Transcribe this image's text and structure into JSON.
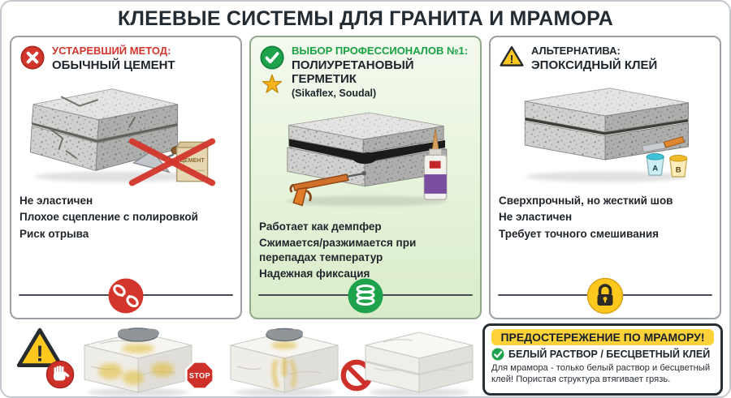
{
  "title": "КЛЕЕВЫЕ СИСТЕМЫ ДЛЯ ГРАНИТА И МРАМОРА",
  "icons": {
    "exclamation": "!",
    "cross_circle": "red circle with white X",
    "check_circle": "green circle with white check",
    "warning_triangle": "yellow triangle with exclamation",
    "star": "gold star",
    "broken_chain": "red circle with broken chain",
    "spring": "green circle with spring coil",
    "padlock": "yellow circle with padlock",
    "stop_hand": "red circle with white hand",
    "stop_sign": "red octagon STOP",
    "no_sign": "red prohibition circle"
  },
  "panels": [
    {
      "tag": "УСТАРЕВШИЙ МЕТОД:",
      "name": "ОБЫЧНЫЙ ЦЕМЕНТ",
      "points": [
        "Не эластичен",
        "Плохое сцепление с полировкой",
        "Риск отрыва"
      ],
      "bag_label": "ЦЕМЕНТ"
    },
    {
      "tag": "ВЫБОР ПРОФЕССИОНАЛОВ №1:",
      "name": "ПОЛИУРЕТАНОВЫЙ ГЕРМЕТИК",
      "sub": "(Sikaflex, Soudal)",
      "points": [
        "Работает как демпфер",
        "Сжимается/разжимается при перепадах температур",
        "Надежная фиксация"
      ]
    },
    {
      "tag": "АЛЬТЕРНАТИВА:",
      "name": "ЭПОКСИДНЫЙ КЛЕЙ",
      "points": [
        "Сверхпрочный, но жесткий шов",
        "Не эластичен",
        "Требует точного смешивания"
      ],
      "cup_a": "A",
      "cup_b": "B"
    }
  ],
  "bottom": {
    "stop_label": "STOP"
  },
  "marble_warning": {
    "title": "ПРЕДОСТЕРЕЖЕНИЕ ПО МРАМОРУ!",
    "highlight": "БЕЛЫЙ РАСТВОР / БЕСЦВЕТНЫЙ КЛЕЙ",
    "body": "Для мрамора - только белый раствор и бесцветный клей! Пористая структура втягивает грязь."
  },
  "colors": {
    "red": "#d3362c",
    "green": "#1ea24c",
    "yellow": "#ffc81f",
    "dark": "#232b33",
    "panel_green_bg": "#e6f3da",
    "granite_gray": "#d0d0ce",
    "marble_white": "#f4f3f0",
    "sealant_black": "#1b1b1b"
  }
}
